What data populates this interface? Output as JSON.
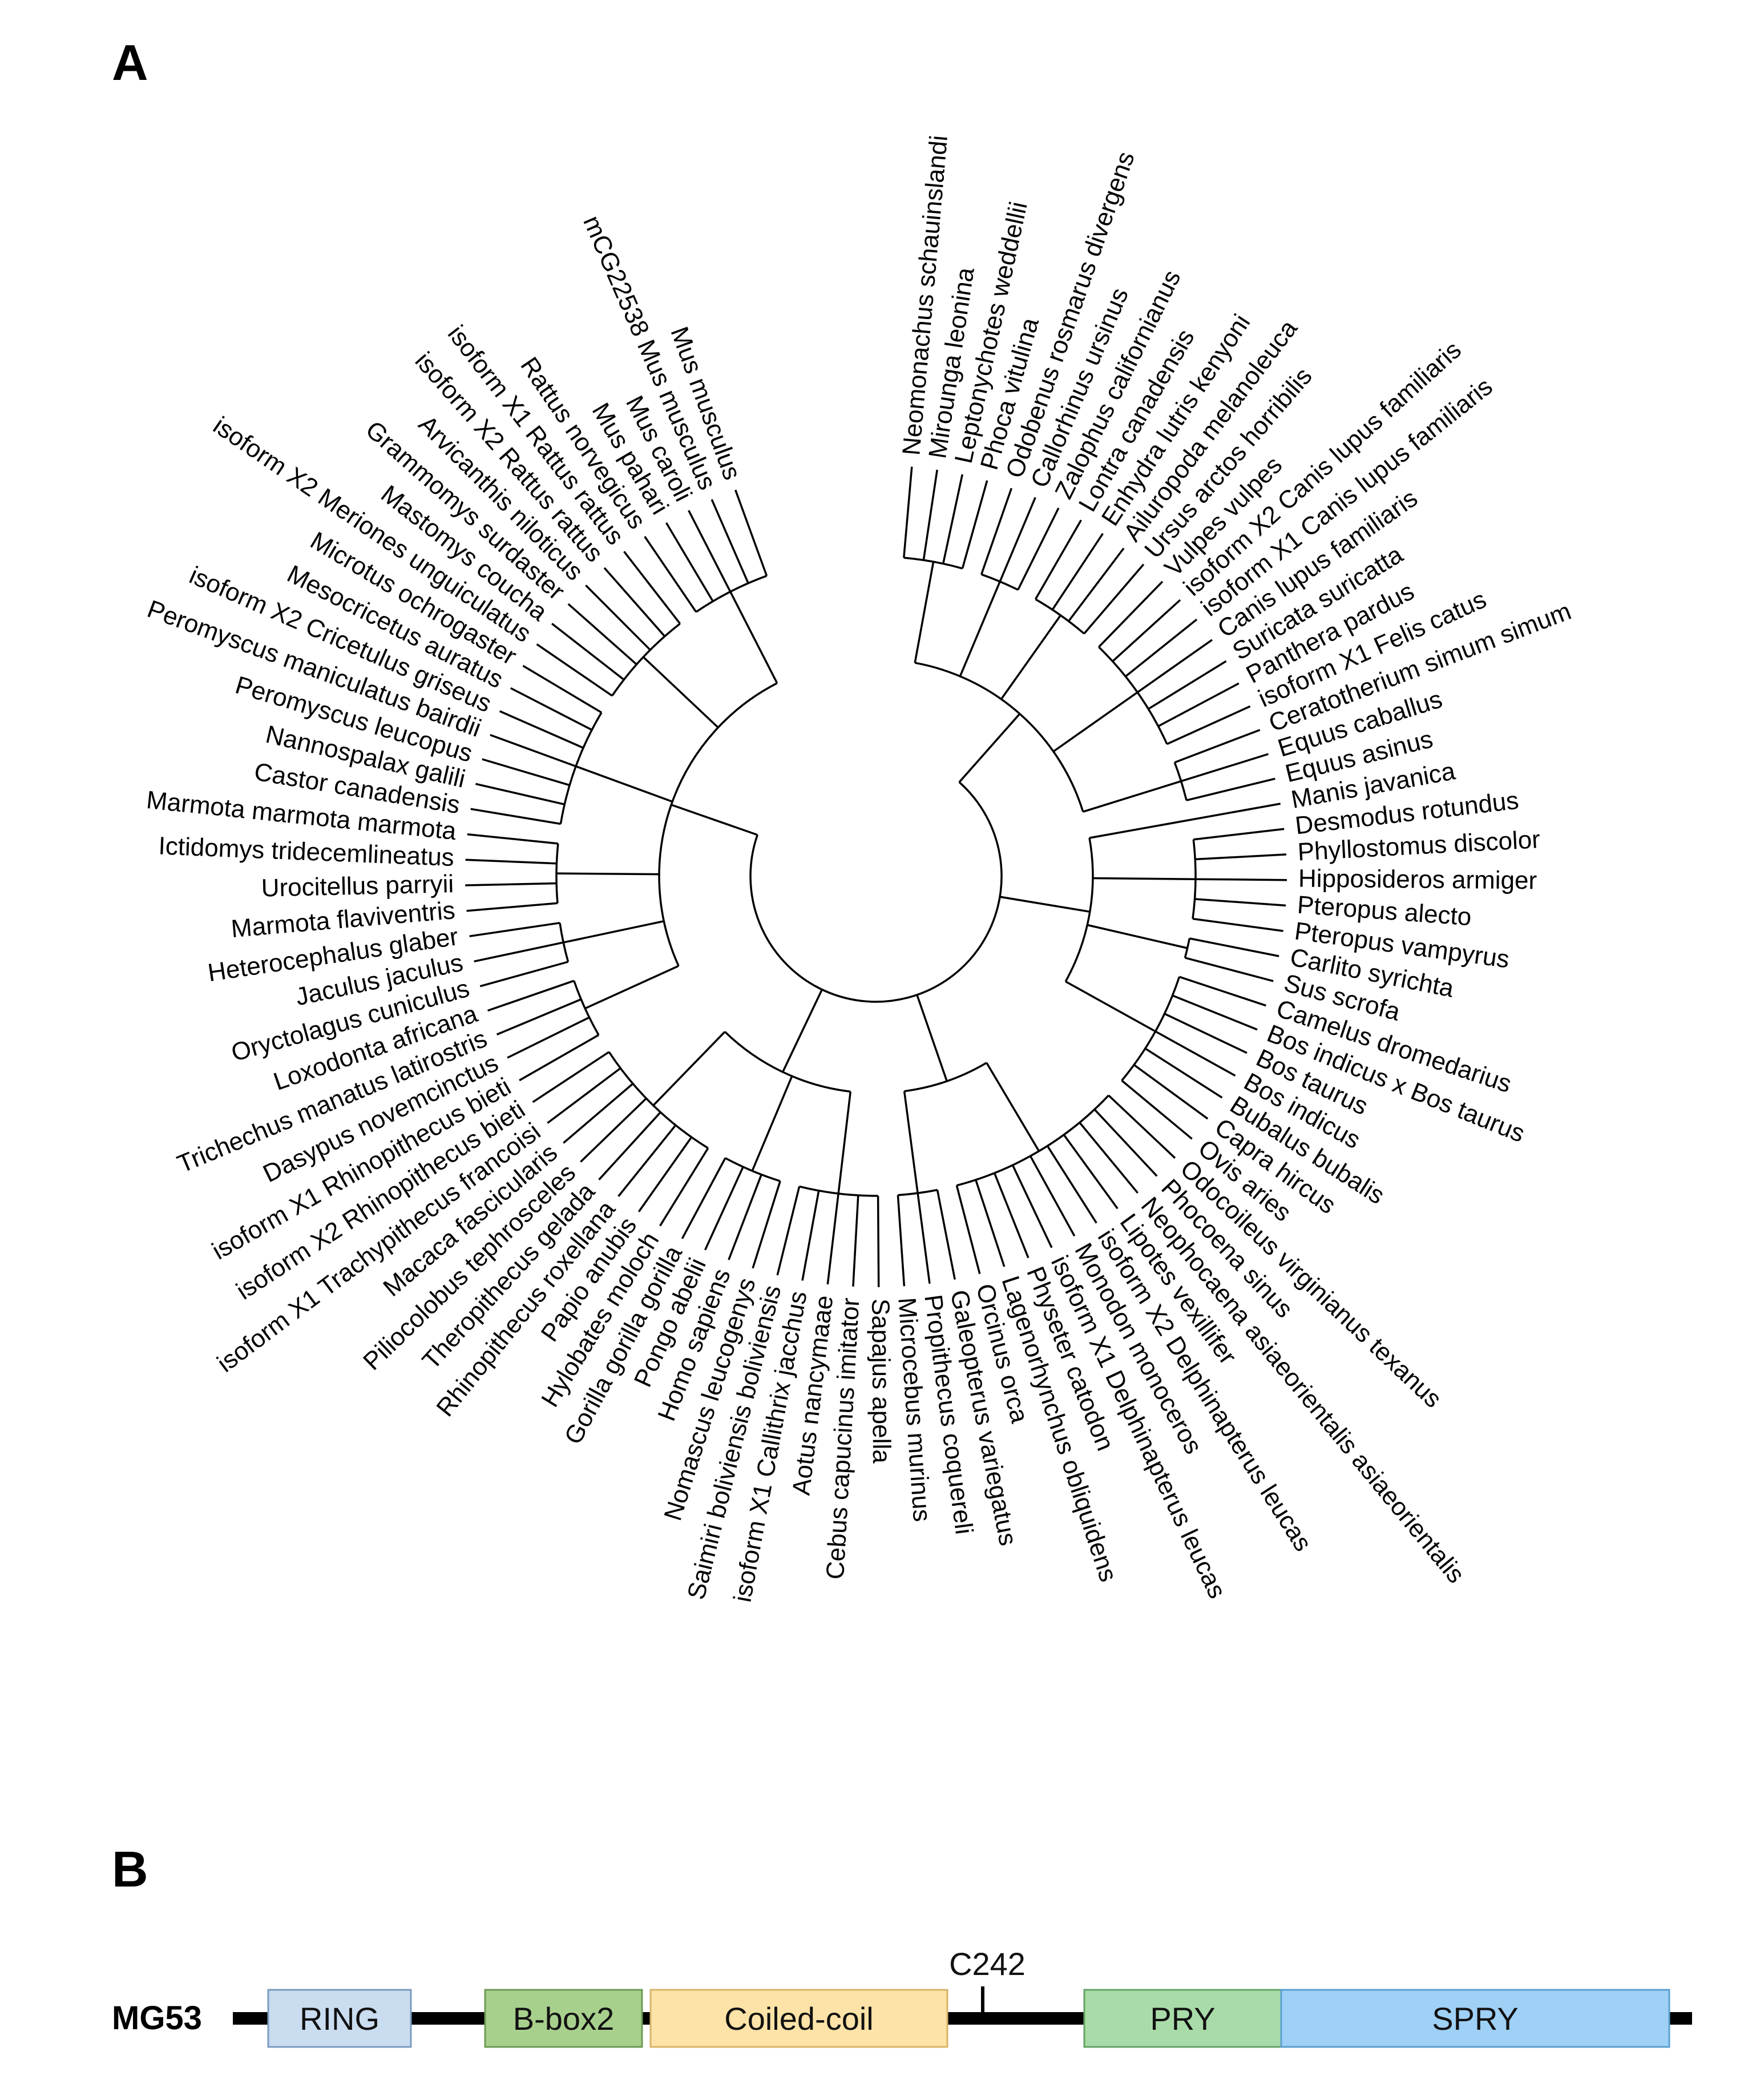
{
  "panel_a": {
    "label": "A",
    "leaves": [
      "Neomonachus schauinslandi",
      "Mirounga leonina",
      "Leptonychotes weddellii",
      "Phoca vitulina",
      "Odobenus rosmarus divergens",
      "Callorhinus ursinus",
      "Zalophus californianus",
      "Lontra canadensis",
      "Enhydra lutris kenyoni",
      "Ailuropoda melanoleuca",
      "Ursus arctos horribilis",
      "Vulpes vulpes",
      "isoform X2 Canis lupus familiaris",
      "isoform X1 Canis lupus familiaris",
      "Canis lupus familiaris",
      "Suricata suricatta",
      "Panthera pardus",
      "isoform X1 Felis catus",
      "Ceratotherium simum simum",
      "Equus caballus",
      "Equus asinus",
      "Manis javanica",
      "Desmodus rotundus",
      "Phyllostomus discolor",
      "Hipposideros armiger",
      "Pteropus alecto",
      "Pteropus vampyrus",
      "Carlito syrichta",
      "Sus scrofa",
      "Camelus dromedarius",
      "Bos indicus x Bos taurus",
      "Bos taurus",
      "Bos indicus",
      "Bubalus bubalis",
      "Capra hircus",
      "Ovis aries",
      "Odocoileus virginianus texanus",
      "Phocoena sinus",
      "Neophocaena asiaeorientalis asiaeorientalis",
      "Lipotes vexillifer",
      "isoform X2 Delphinapterus leucas",
      "Monodon monoceros",
      "isoform X1 Delphinapterus leucas",
      "Physeter catodon",
      "Lagenorhynchus obliquidens",
      "Orcinus orca",
      "Galeopterus variegatus",
      "Propithecus coquereli",
      "Microcebus murinus",
      "Sapajus apella",
      "Cebus capucinus imitator",
      "Aotus nancymaae",
      "isoform X1 Callithrix jacchus",
      "Saimiri boliviensis boliviensis",
      "Nomascus leucogenys",
      "Homo sapiens",
      "Pongo abelii",
      "Gorilla gorilla gorilla",
      "Hylobates moloch",
      "Papio anubis",
      "Rhinopithecus roxellana",
      "Theropithecus gelada",
      "Piliocolobus tephrosceles",
      "Macaca fascicularis",
      "isoform X1 Trachypithecus francoisi",
      "isoform X2 Rhinopithecus bieti",
      "isoform X1 Rhinopithecus bieti",
      "Dasypus novemcinctus",
      "Trichechus manatus latirostris",
      "Loxodonta africana",
      "Oryctolagus cuniculus",
      "Jaculus jaculus",
      "Heterocephalus glaber",
      "Marmota flaviventris",
      "Urocitellus parryii",
      "Ictidomys tridecemlineatus",
      "Marmota marmota marmota",
      "Castor canadensis",
      "Nannospalax galili",
      "Peromyscus leucopus",
      "Peromyscus maniculatus bairdii",
      "isoform X2 Cricetulus griseus",
      "Mesocricetus auratus",
      "Microtus ochrogaster",
      "isoform X2 Meriones unguiculatus",
      "Mastomys coucha",
      "Grammomys surdaster",
      "Arvicanthis niloticus",
      "isoform X2 Rattus rattus",
      "isoform X1 Rattus rattus",
      "Rattus norvegicus",
      "Mus pahari",
      "Mus caroli",
      "mCG22538 Mus musculus",
      "Mus musculus"
    ]
  },
  "panel_b": {
    "label": "B",
    "protein": "MG53",
    "site": "C242",
    "domains": [
      {
        "name": "RING",
        "color": "#c9dcf0",
        "stroke": "#7a9cc0"
      },
      {
        "name": "B-box2",
        "color": "#a8d08d",
        "stroke": "#6f9a55"
      },
      {
        "name": "Coiled-coil",
        "color": "#fde3a7",
        "stroke": "#d9b36a"
      },
      {
        "name": "PRY",
        "color": "#a9dba8",
        "stroke": "#66a366"
      },
      {
        "name": "SPRY",
        "color": "#9fd0f5",
        "stroke": "#5a9fd0"
      }
    ]
  }
}
